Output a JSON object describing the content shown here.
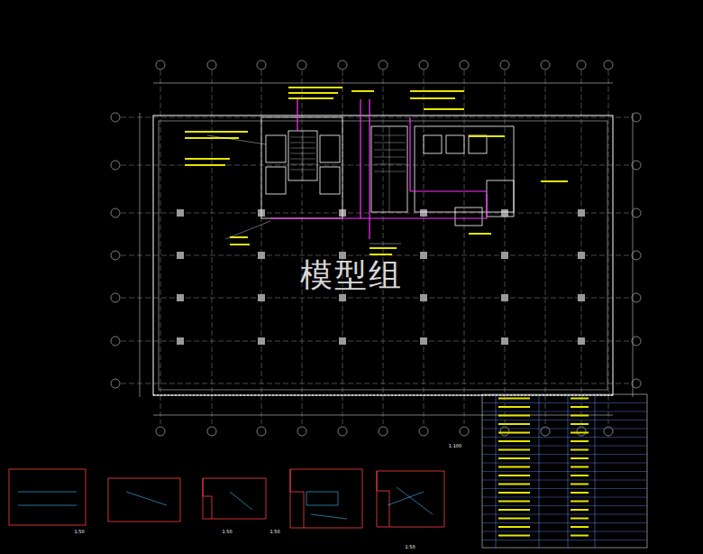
{
  "diagram": {
    "labels": [
      "模型组",
      "1:100",
      "1:50",
      "1:50",
      "1:50",
      "1:50"
    ]
  }
}
